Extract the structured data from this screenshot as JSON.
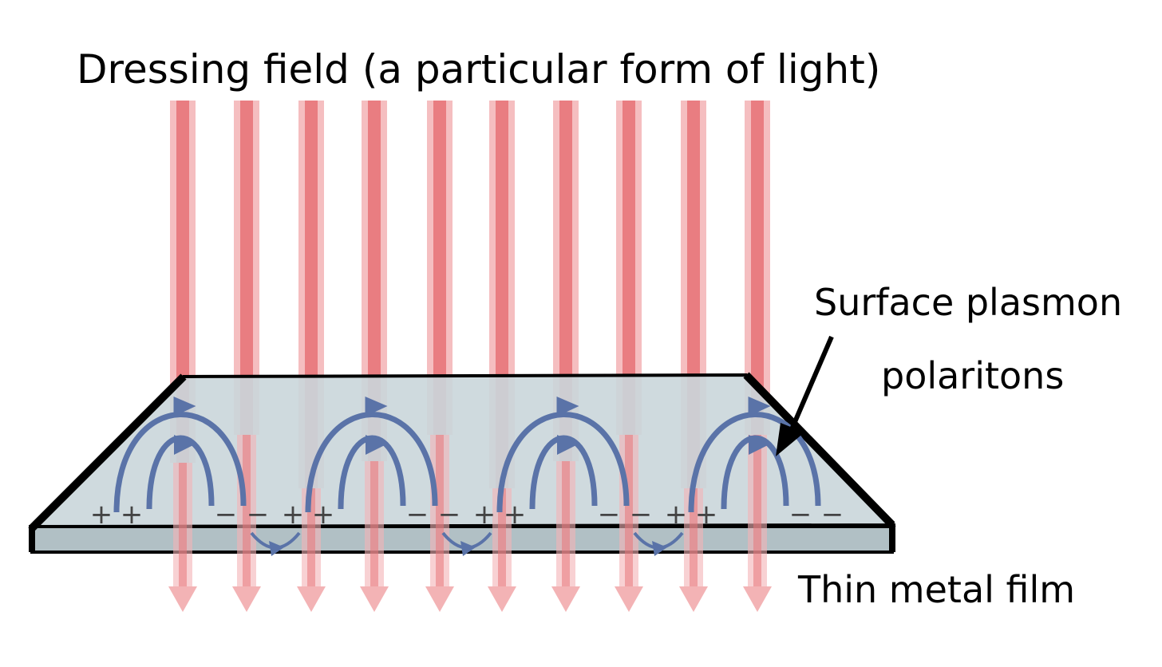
{
  "title": "Dressing field (a particular form of light)",
  "labels": {
    "spp_line1": "Surface plasmon",
    "spp_line2": "polaritons",
    "film": "Thin metal film"
  },
  "charges": {
    "plus": "+",
    "minus": "−"
  },
  "colors": {
    "beam": "#e8767a",
    "beam_light": "#f3b3b5",
    "field_line": "#5a73a8",
    "film_top": "#cad6da",
    "film_side": "#a9b9bf",
    "outline": "#000000",
    "charge": "#444444"
  },
  "counts": {
    "beams": 10,
    "plasmon_groups": 4
  }
}
